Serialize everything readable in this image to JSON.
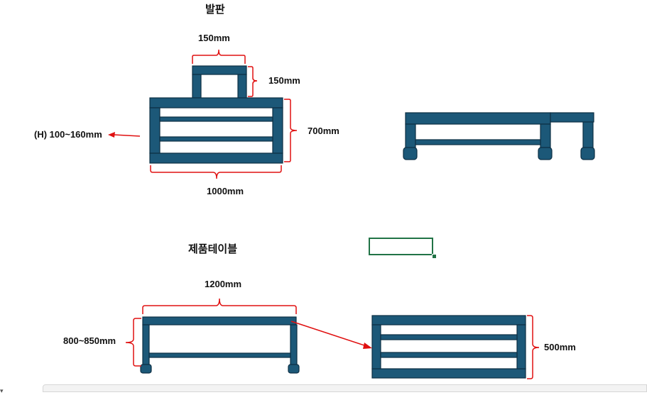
{
  "sheet": {
    "step_title": "발판",
    "table_title": "제품테이블",
    "step_top_width": "150mm",
    "step_top_height": "150mm",
    "step_side_height": "700mm",
    "step_width": "1000mm",
    "step_adjust_height": "(H) 100~160mm",
    "table_width": "1200mm",
    "table_height": "800~850mm",
    "table_depth": "500mm"
  },
  "name_box_arrow": "▾",
  "colors": {
    "frame_fill": "#1c5878",
    "frame_stroke": "#0d2f44",
    "dimension": "#e01010",
    "selection": "#217346"
  }
}
